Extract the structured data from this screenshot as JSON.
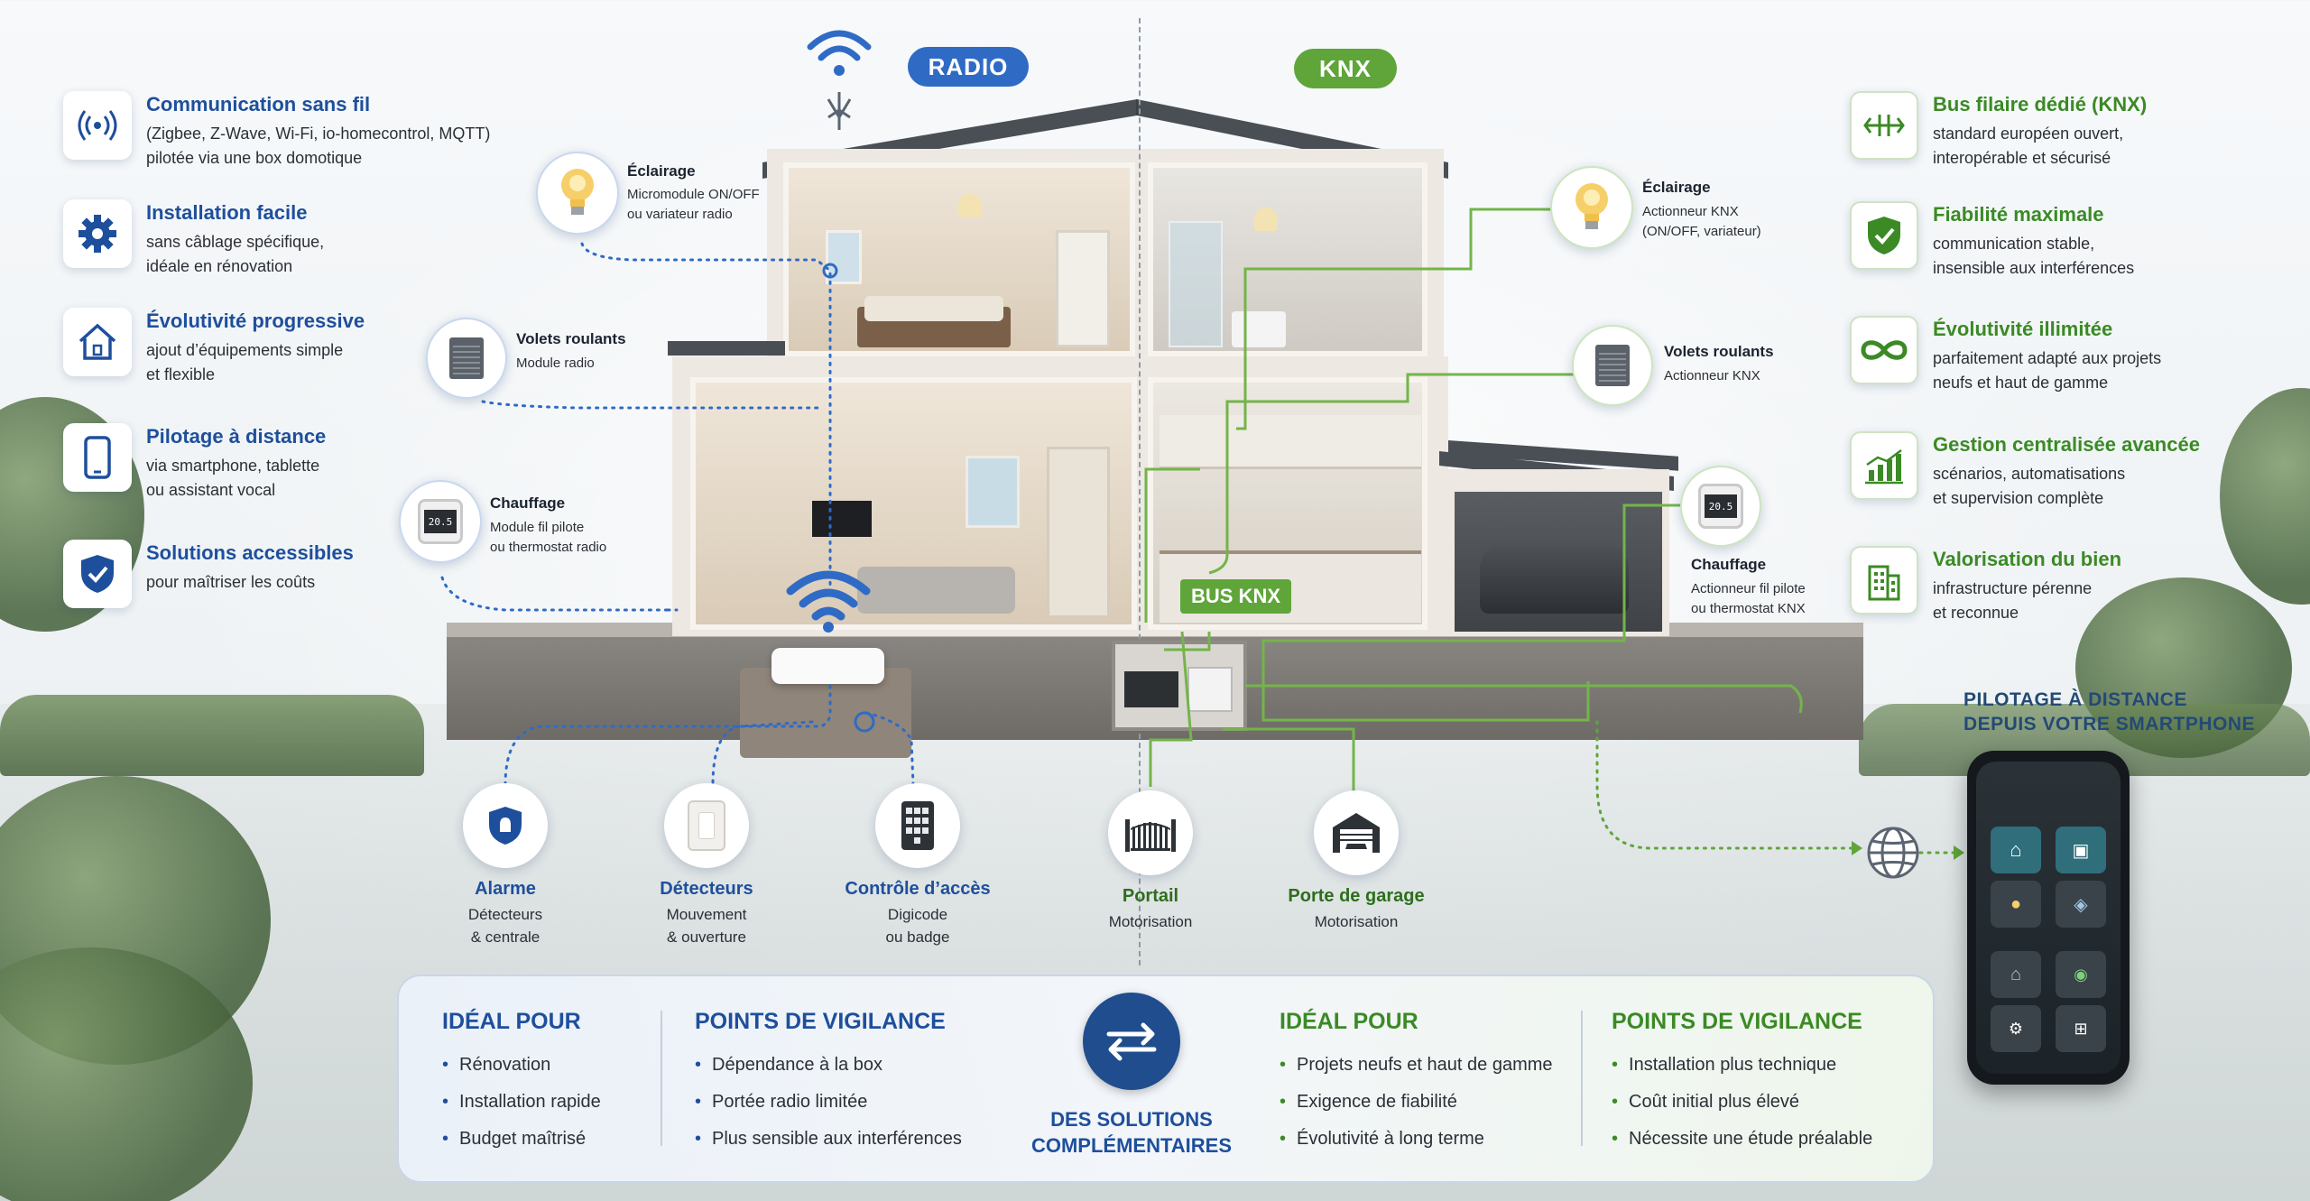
{
  "labels": {
    "radio": "RADIO",
    "knx": "KNX",
    "bus_knx": "BUS KNX"
  },
  "colors": {
    "radio_blue": "#2f6bc5",
    "knx_green": "#5fa53a",
    "title_blue": "#1e4f9c",
    "title_green": "#3b8a25"
  },
  "left_features": [
    {
      "icon": "wireless-signal-icon",
      "title": "Communication sans fil",
      "desc": "(Zigbee, Z-Wave, Wi-Fi, io-homecontrol, MQTT)\npilotée via une box domotique"
    },
    {
      "icon": "gear-icon",
      "title": "Installation facile",
      "desc": "sans câblage spécifique,\nidéale en rénovation"
    },
    {
      "icon": "house-icon",
      "title": "Évolutivité progressive",
      "desc": "ajout d’équipements simple\net flexible"
    },
    {
      "icon": "smartphone-icon",
      "title": "Pilotage à distance",
      "desc": "via smartphone, tablette\nou assistant vocal"
    },
    {
      "icon": "shield-check-icon",
      "title": "Solutions accessibles",
      "desc": "pour maîtriser les coûts"
    }
  ],
  "right_features": [
    {
      "icon": "bus-arrows-icon",
      "title": "Bus filaire dédié (KNX)",
      "desc": "standard européen ouvert,\ninteropérable et sécurisé"
    },
    {
      "icon": "shield-check-icon",
      "title": "Fiabilité maximale",
      "desc": "communication stable,\ninsensible aux interférences"
    },
    {
      "icon": "infinity-icon",
      "title": "Évolutivité illimitée",
      "desc": "parfaitement adapté aux projets\nneufs et haut de gamme"
    },
    {
      "icon": "bar-chart-icon",
      "title": "Gestion centralisée avancée",
      "desc": "scénarios, automatisations\net supervision complète"
    },
    {
      "icon": "building-icon",
      "title": "Valorisation du bien",
      "desc": "infrastructure pérenne\net reconnue"
    }
  ],
  "radio_devices": [
    {
      "title": "Éclairage",
      "desc": "Micromodule ON/OFF\nou variateur radio"
    },
    {
      "title": "Volets roulants",
      "desc": "Module radio"
    },
    {
      "title": "Chauffage",
      "desc": "Module fil pilote\nou thermostat radio"
    }
  ],
  "knx_devices": [
    {
      "title": "Éclairage",
      "desc": "Actionneur KNX\n(ON/OFF, variateur)"
    },
    {
      "title": "Volets roulants",
      "desc": "Actionneur KNX"
    },
    {
      "title": "Chauffage",
      "desc": "Actionneur fil pilote\nou thermostat KNX"
    }
  ],
  "thermostat_readout": "20.5",
  "bottom_devices": [
    {
      "icon": "shield-alarm-icon",
      "title": "Alarme",
      "desc": "Détecteurs\n& centrale"
    },
    {
      "icon": "motion-detector-icon",
      "title": "Détecteurs",
      "desc": "Mouvement\n& ouverture"
    },
    {
      "icon": "keypad-icon",
      "title": "Contrôle d’accès",
      "desc": "Digicode\nou badge"
    },
    {
      "icon": "gate-icon",
      "title": "Portail",
      "desc": "Motorisation"
    },
    {
      "icon": "garage-icon",
      "title": "Porte de garage",
      "desc": "Motorisation"
    }
  ],
  "phone": {
    "title": "PILOTAGE À DISTANCE\nDEPUIS VOTRE SMARTPHONE"
  },
  "panel": {
    "radio_ideal_title": "IDÉAL POUR",
    "radio_ideal": [
      "Rénovation",
      "Installation rapide",
      "Budget maîtrisé"
    ],
    "radio_vigilance_title": "POINTS DE VIGILANCE",
    "radio_vigilance": [
      "Dépendance à la box",
      "Portée radio limitée",
      "Plus sensible aux interférences"
    ],
    "center_line1": "DES SOLUTIONS",
    "center_line2": "COMPLÉMENTAIRES",
    "knx_ideal_title": "IDÉAL POUR",
    "knx_ideal": [
      "Projets neufs et haut de gamme",
      "Exigence de fiabilité",
      "Évolutivité à long terme"
    ],
    "knx_vigilance_title": "POINTS DE VIGILANCE",
    "knx_vigilance": [
      "Installation plus technique",
      "Coût initial plus élevé",
      "Nécessite une étude préalable"
    ]
  }
}
